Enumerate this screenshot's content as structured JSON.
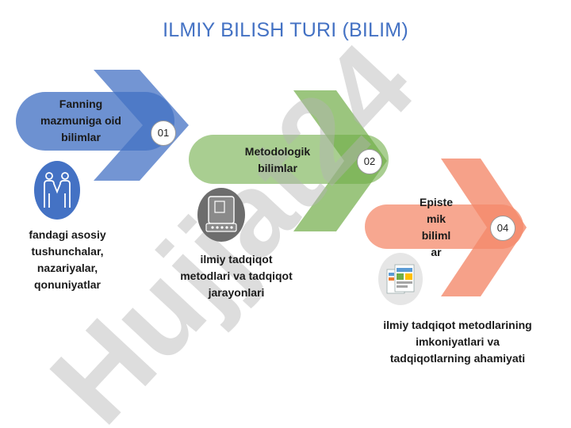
{
  "title": "ILMIY BILISH TURI (BILIM)",
  "watermark": {
    "text": "Hujjat24",
    "color": "#b4b4b4"
  },
  "steps": [
    {
      "number": "01",
      "label_lines": [
        "Fanning",
        "mazmuniga oid",
        "bilimlar"
      ],
      "description_lines": [
        "fandagi asosiy",
        "tushunchalar,",
        "nazariyalar,",
        "qonuniyatlar"
      ],
      "icon": "handshake-people-icon",
      "color": "#4472c4"
    },
    {
      "number": "02",
      "label_lines": [
        "Metodologik",
        "bilimlar"
      ],
      "description_lines": [
        "ilmiy tadqiqot",
        "metodlari va tadqiqot",
        "jarayonlari"
      ],
      "icon": "device-panel-icon",
      "color": "#70ad47"
    },
    {
      "number": "04",
      "label_lines": [
        "Episte",
        "mik",
        "biliml",
        "ar"
      ],
      "description_lines": [
        "ilmiy tadqiqot metodlarining",
        "imkoniyatlari va",
        "tadqiqotlarning ahamiyati"
      ],
      "icon": "app-windows-icon",
      "color": "#f4896b"
    }
  ]
}
